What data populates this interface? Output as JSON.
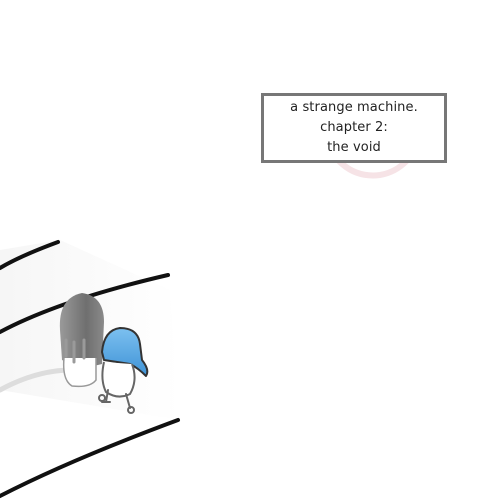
{
  "title_card": {
    "line1": "a strange machine.",
    "line2": "chapter 2:",
    "line3": "the void"
  },
  "colors": {
    "background": "#ffffff",
    "card_border": "#777777",
    "stroke": "#111111",
    "hair": "#888888",
    "cap": "#5aa9e6"
  }
}
